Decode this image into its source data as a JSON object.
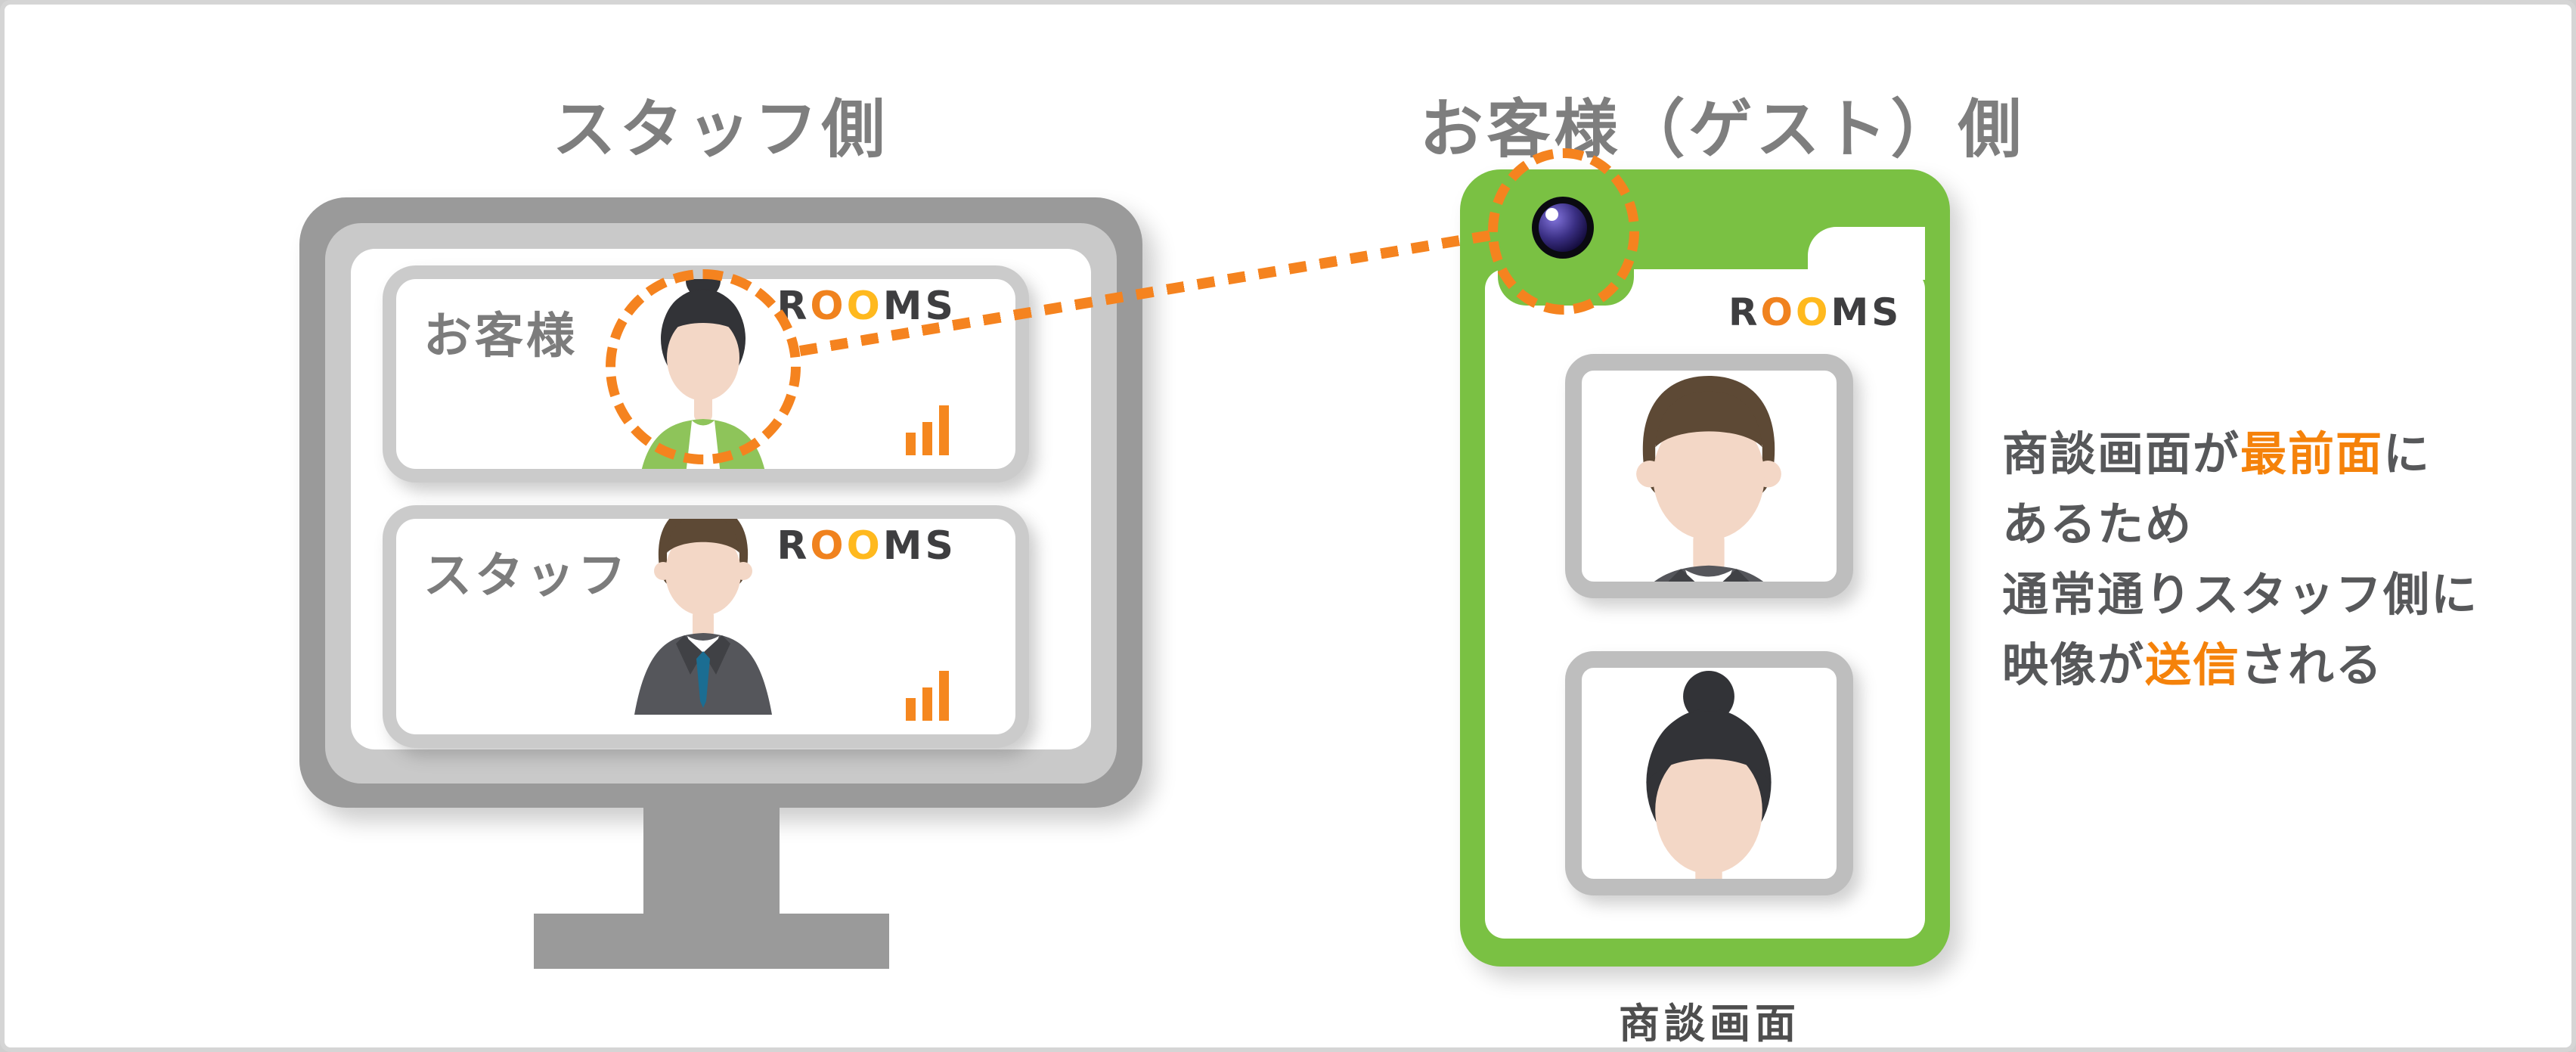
{
  "titles": {
    "left": "スタッフ側",
    "right": "お客様（ゲスト）側"
  },
  "logo": {
    "r": "R",
    "o1": "O",
    "o2": "O",
    "ms": "MS"
  },
  "staff_monitor": {
    "panels": [
      {
        "label": "お客様",
        "person": "woman",
        "logo": "ROOMS",
        "signal": "signal-bars"
      },
      {
        "label": "スタッフ",
        "person": "man",
        "logo": "ROOMS",
        "signal": "signal-bars"
      }
    ]
  },
  "guest_phone": {
    "logo": "ROOMS",
    "caption": "商談画面",
    "frames": [
      {
        "person": "man"
      },
      {
        "person": "woman"
      }
    ]
  },
  "annotation": {
    "line1": {
      "pre": "商談画面が",
      "highlight": "最前面",
      "post": "に"
    },
    "line2": {
      "text": "あるため"
    },
    "line3": {
      "text": "通常通りスタッフ側に"
    },
    "line4": {
      "pre": "映像が",
      "highlight": "送信",
      "post": "される"
    }
  },
  "colors": {
    "accent_orange": "#F5831F",
    "highlight_text_orange": "#F5820A",
    "phone_green": "#7AC143",
    "cardigan_green": "#8EC45A",
    "monitor_gray": "#9A9A9A",
    "panel_border_gray": "#CBCBCB",
    "frame_border_gray": "#BEBEBE",
    "title_gray": "#7E7E7E",
    "text_gray": "#57585A",
    "logo_dark": "#3E3E40",
    "logo_o1": "#F0821E",
    "logo_o2": "#FFB91E",
    "suit_gray": "#55565B",
    "tie_blue": "#1B6D92"
  }
}
